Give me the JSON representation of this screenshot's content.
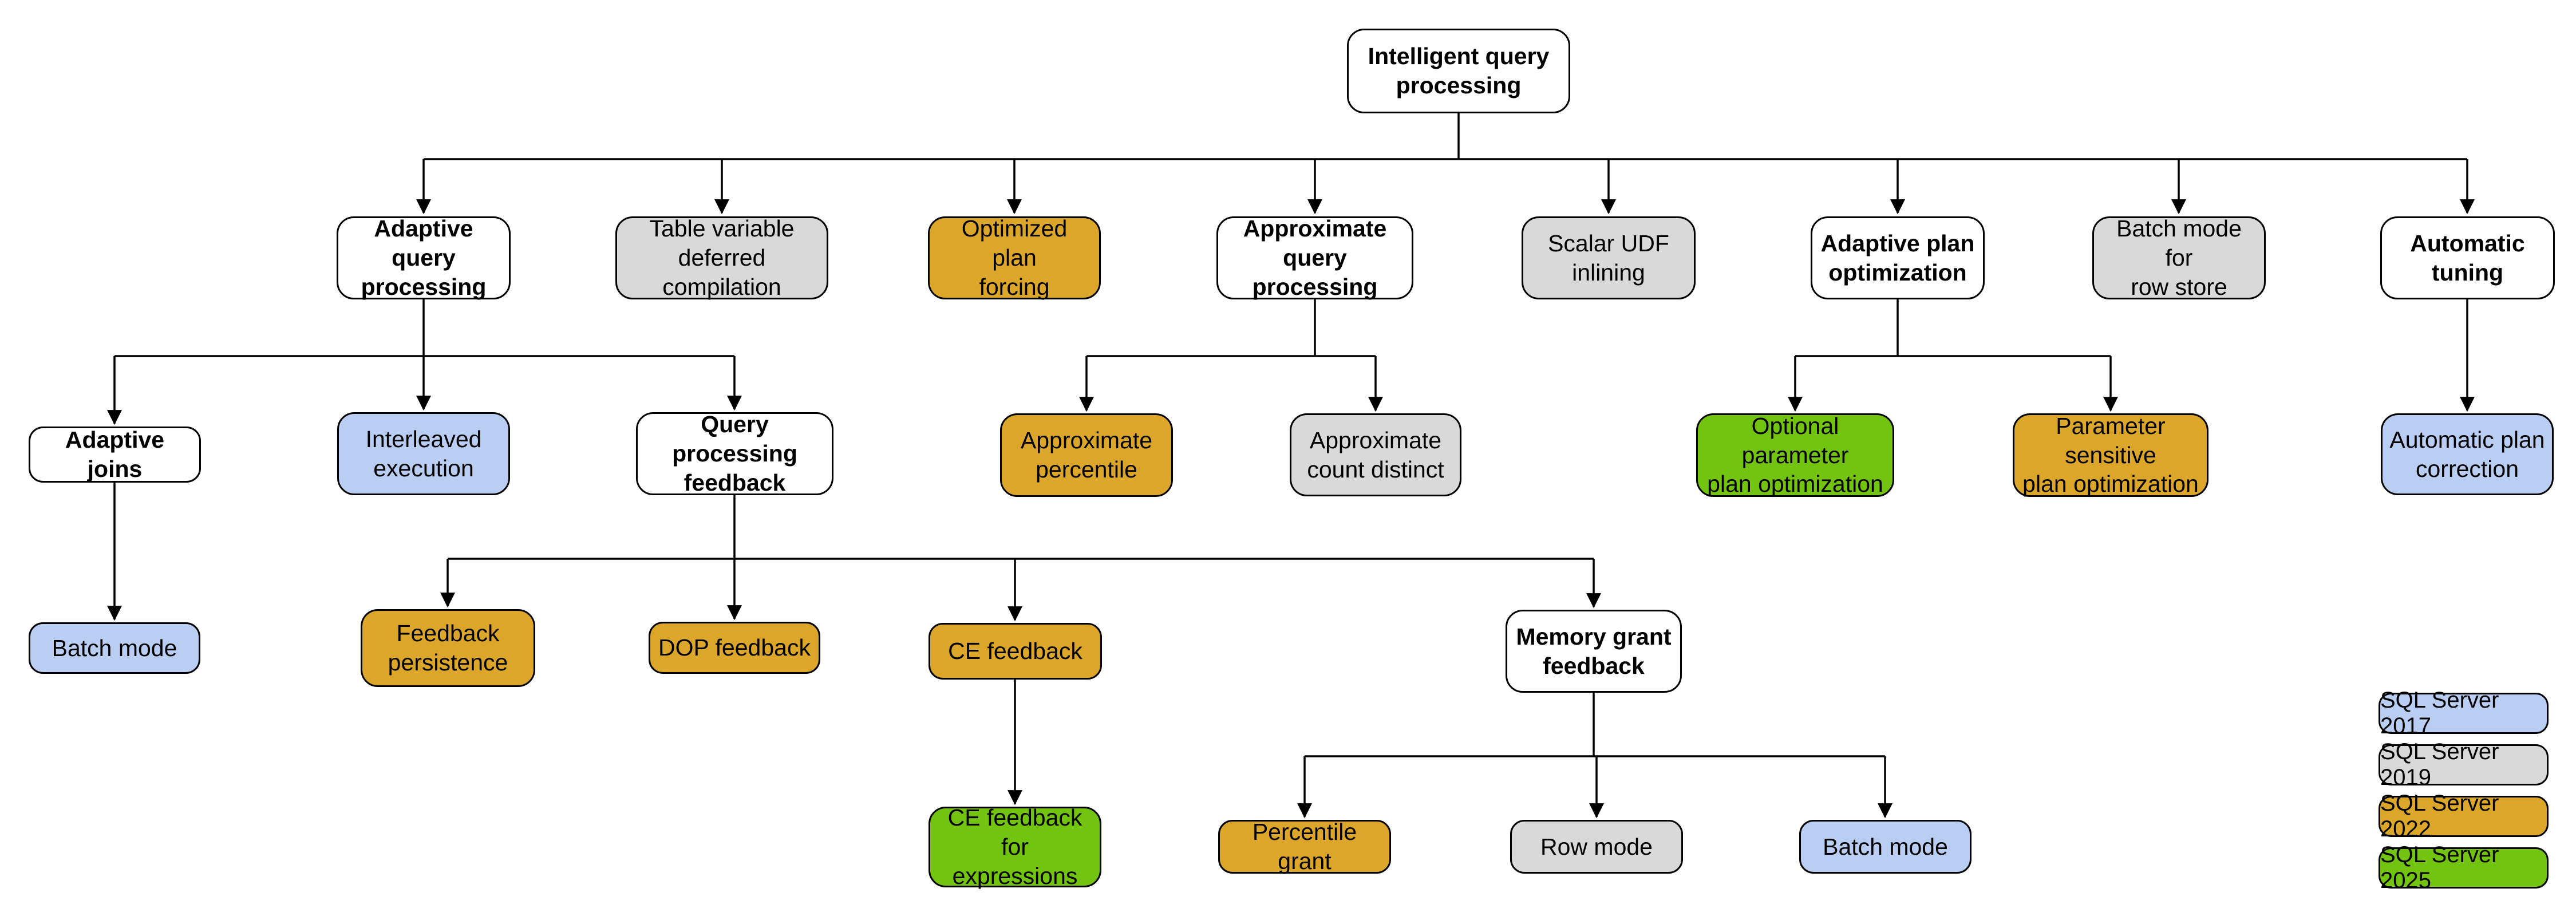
{
  "versions": {
    "2017": "#BACDF3",
    "2019": "#D9D9D9",
    "2022": "#DCA62B",
    "2025": "#72C410",
    "plain": "#FFFFFF"
  },
  "nodes": {
    "root": {
      "label": "Intelligent query\nprocessing",
      "version": "plain"
    },
    "adaptive_query_processing": {
      "label": "Adaptive query\nprocessing",
      "version": "plain"
    },
    "table_variable_deferred_compilation": {
      "label": "Table variable\ndeferred compilation",
      "version": "2019"
    },
    "optimized_plan_forcing": {
      "label": "Optimized plan\nforcing",
      "version": "2022"
    },
    "approximate_query_processing": {
      "label": "Approximate\nquery processing",
      "version": "plain"
    },
    "scalar_udf_inlining": {
      "label": "Scalar UDF\ninlining",
      "version": "2019"
    },
    "adaptive_plan_optimization": {
      "label": "Adaptive plan\noptimization",
      "version": "plain"
    },
    "batch_mode_for_row_store": {
      "label": "Batch mode for\nrow store",
      "version": "2019"
    },
    "automatic_tuning": {
      "label": "Automatic\ntuning",
      "version": "plain"
    },
    "adaptive_joins": {
      "label": "Adaptive joins",
      "version": "plain"
    },
    "interleaved_execution": {
      "label": "Interleaved\nexecution",
      "version": "2017"
    },
    "query_processing_feedback": {
      "label": "Query processing\nfeedback",
      "version": "plain"
    },
    "approximate_percentile": {
      "label": "Approximate\npercentile",
      "version": "2022"
    },
    "approximate_count_distinct": {
      "label": "Approximate\ncount distinct",
      "version": "2019"
    },
    "optional_parameter_plan_optimization": {
      "label": "Optional parameter\nplan optimization",
      "version": "2025"
    },
    "parameter_sensitive_plan_optimization": {
      "label": "Parameter sensitive\nplan optimization",
      "version": "2022"
    },
    "automatic_plan_correction": {
      "label": "Automatic plan\ncorrection",
      "version": "2017"
    },
    "batch_mode_adaptive_joins": {
      "label": "Batch mode",
      "version": "2017"
    },
    "feedback_persistence": {
      "label": "Feedback\npersistence",
      "version": "2022"
    },
    "dop_feedback": {
      "label": "DOP feedback",
      "version": "2022"
    },
    "ce_feedback": {
      "label": "CE feedback",
      "version": "2022"
    },
    "memory_grant_feedback": {
      "label": "Memory grant\nfeedback",
      "version": "plain"
    },
    "ce_feedback_for_expressions": {
      "label": "CE feedback for\nexpressions",
      "version": "2025"
    },
    "percentile_grant": {
      "label": "Percentile grant",
      "version": "2022"
    },
    "row_mode": {
      "label": "Row mode",
      "version": "2019"
    },
    "batch_mode_memory_grant": {
      "label": "Batch mode",
      "version": "2017"
    }
  },
  "legend": {
    "items": [
      {
        "label": "SQL Server 2017",
        "version": "2017"
      },
      {
        "label": "SQL Server 2019",
        "version": "2019"
      },
      {
        "label": "SQL Server 2022",
        "version": "2022"
      },
      {
        "label": "SQL Server 2025",
        "version": "2025"
      }
    ]
  }
}
